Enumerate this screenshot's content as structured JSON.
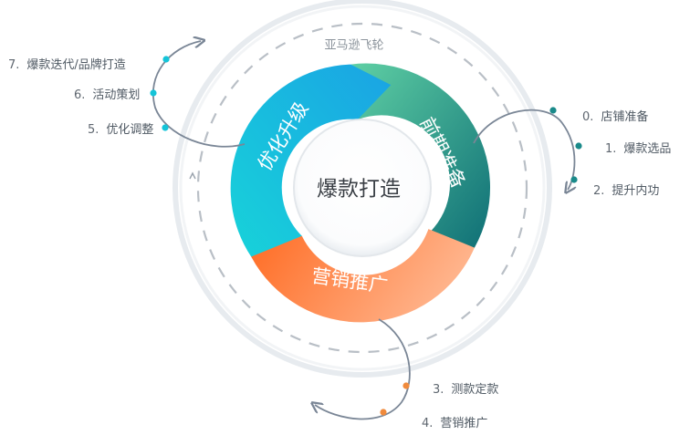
{
  "diagram": {
    "ring_label": "亚马逊飞轮",
    "center_label": "爆款打造",
    "segments": [
      {
        "id": "prep",
        "label": "前期准备",
        "color_from": "#5fd0a4",
        "color_to": "#0f6f76"
      },
      {
        "id": "promo",
        "label": "营销推广",
        "color_from": "#ff6a21",
        "color_to": "#ffb48c"
      },
      {
        "id": "optimize",
        "label": "优化升级",
        "color_from": "#17d3d9",
        "color_to": "#1aa3e4"
      }
    ],
    "groups": [
      {
        "id": "prep",
        "dot_color": "#1a8a8a",
        "items": [
          {
            "num": "0.",
            "text": "店铺准备"
          },
          {
            "num": "1.",
            "text": "爆款选品"
          },
          {
            "num": "2.",
            "text": "提升内功"
          }
        ]
      },
      {
        "id": "promo",
        "dot_color": "#f08a3c",
        "items": [
          {
            "num": "3.",
            "text": "测款定款"
          },
          {
            "num": "4.",
            "text": "营销推广"
          }
        ]
      },
      {
        "id": "optimize",
        "dot_color": "#15c4d8",
        "items": [
          {
            "num": "5.",
            "text": "优化调整"
          },
          {
            "num": "6.",
            "text": "活动策划"
          },
          {
            "num": "7.",
            "text": "爆款迭代/品牌打造"
          }
        ]
      }
    ]
  }
}
